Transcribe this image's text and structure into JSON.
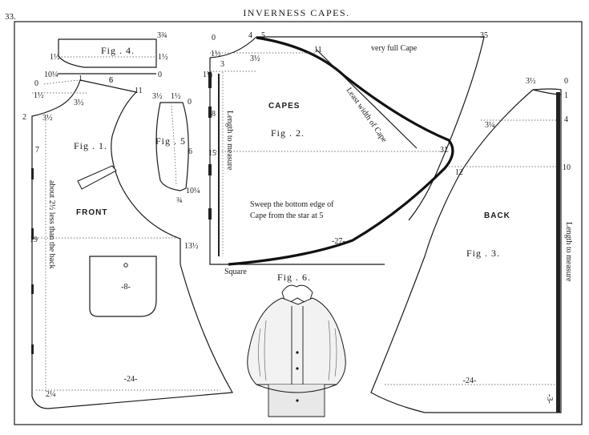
{
  "plate": {
    "number": "33.",
    "title": "INVERNESS CAPES."
  },
  "fig1": {
    "label": "Fig . 1.",
    "name": "FRONT",
    "side_note": "about 2½ less than the back",
    "pocket_size": "-8-",
    "bottom_size": "-24-",
    "marks": [
      "0",
      "1½",
      "3½",
      "1",
      "6",
      "11",
      "2",
      "3½",
      "7",
      "19",
      "13½",
      "2¼"
    ]
  },
  "fig2": {
    "label": "Fig . 2.",
    "name": "CAPES",
    "top_note": "very full Cape",
    "diag_note": "Least width of Cape",
    "side_note": "Length to measure",
    "sweep_note_line1": "Sweep the bottom edge of",
    "sweep_note_line2": "Cape from the star at 5",
    "bottom_size": "-27-",
    "corner_note": "Square",
    "marks": [
      "0",
      "4",
      "5",
      "35",
      "1½",
      "3½",
      "11",
      "3",
      "1½",
      "8",
      "15",
      "31"
    ]
  },
  "fig3": {
    "label": "Fig . 3.",
    "name": "BACK",
    "side_note": "Length to measure",
    "bottom_size": "-24-",
    "side_size": "-3-",
    "marks": [
      "3½",
      "0",
      "1",
      "3¼",
      "4",
      "12",
      "10"
    ]
  },
  "fig4": {
    "label": "Fig . 4.",
    "marks": [
      "3¾",
      "1½",
      "1½",
      "0",
      "10¼",
      "6"
    ]
  },
  "fig5": {
    "label": "Fig . 5",
    "marks": [
      "3½",
      "1½",
      "0",
      "6",
      "10¼",
      "¾"
    ]
  },
  "fig6": {
    "label": "Fig . 6."
  }
}
